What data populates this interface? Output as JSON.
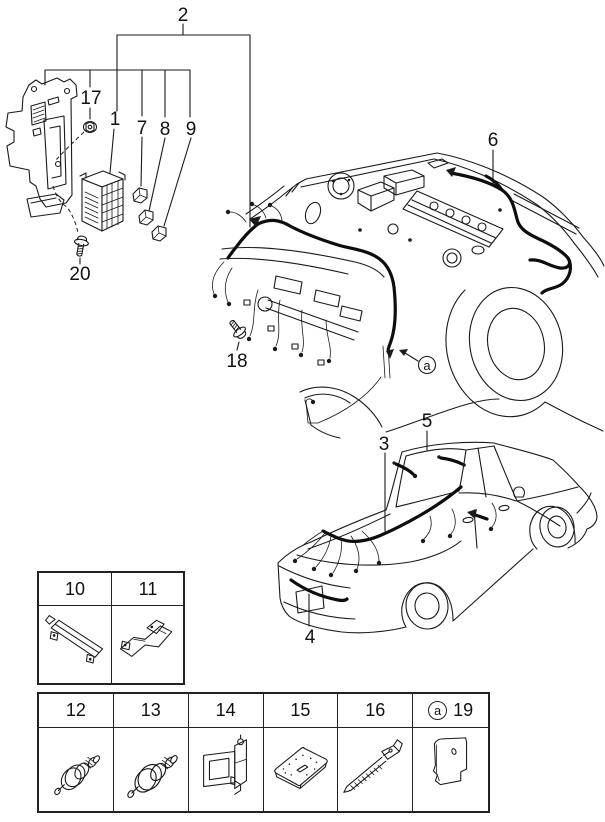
{
  "figure": {
    "type": "automotive-wiring-harness-parts-diagram",
    "background": "#ffffff",
    "line_color": "#1a1a1a"
  },
  "callouts": {
    "n1": "1",
    "n2": "2",
    "n3": "3",
    "n4": "4",
    "n5": "5",
    "n6": "6",
    "n7": "7",
    "n8": "8",
    "n9": "9",
    "n17": "17",
    "n18": "18",
    "n20": "20",
    "a": "a"
  },
  "tables": {
    "upper": {
      "cells": [
        {
          "label": "10",
          "icon": "sill-protector-icon"
        },
        {
          "label": "11",
          "icon": "wiring-protector-icon"
        }
      ]
    },
    "lower": {
      "cells": [
        {
          "label": "12",
          "icon": "grommet-icon"
        },
        {
          "label": "13",
          "icon": "grommet-icon"
        },
        {
          "label": "14",
          "icon": "holder-clip-icon"
        },
        {
          "label": "15",
          "icon": "pad-icon"
        },
        {
          "label": "16",
          "icon": "band-strap-icon"
        },
        {
          "label": "19",
          "badge": "a",
          "icon": "cover-plate-icon"
        }
      ]
    }
  }
}
